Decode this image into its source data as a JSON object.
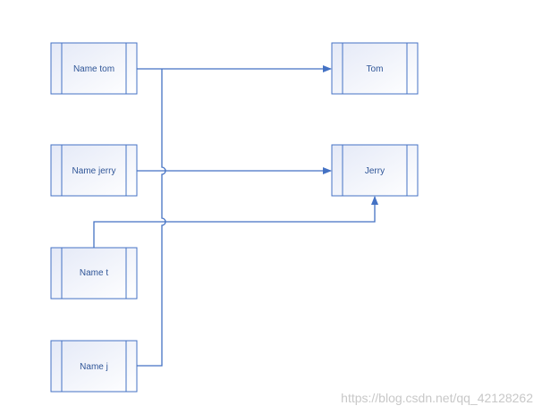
{
  "diagram": {
    "colors": {
      "stroke": "#4472c4",
      "fill_light": "#ffffff",
      "fill_dark": "#e4e9f7",
      "text": "#2f5597"
    },
    "left_nodes": [
      {
        "id": "name-tom",
        "label": "Name tom"
      },
      {
        "id": "name-jerry",
        "label": "Name jerry"
      },
      {
        "id": "name-t",
        "label": "Name t"
      },
      {
        "id": "name-j",
        "label": "Name j"
      }
    ],
    "right_nodes": [
      {
        "id": "tom",
        "label": "Tom"
      },
      {
        "id": "jerry",
        "label": "Jerry"
      }
    ],
    "connectors": [
      {
        "from": "name-tom",
        "to": "tom"
      },
      {
        "from": "name-j",
        "to": "tom"
      },
      {
        "from": "name-jerry",
        "to": "jerry"
      },
      {
        "from": "name-t",
        "to": "jerry"
      }
    ]
  },
  "watermark": "https://blog.csdn.net/qq_42128262"
}
